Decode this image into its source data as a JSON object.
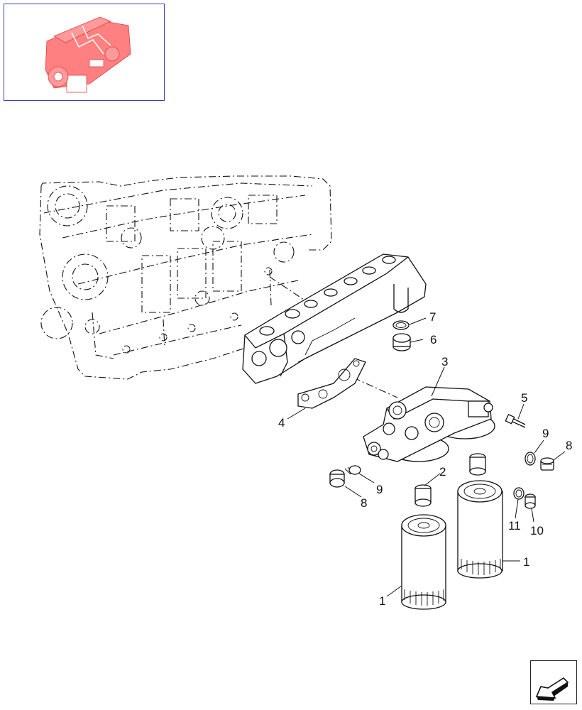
{
  "thumbnail": {
    "icon": "engine-thumbnail-icon",
    "accent_color": "#ff6b6b",
    "frame_color": "#3b3bd0"
  },
  "navigation": {
    "icon": "page-arrow-icon"
  },
  "callouts": [
    {
      "id": "c1a",
      "label": "1"
    },
    {
      "id": "c1b",
      "label": "1"
    },
    {
      "id": "c2",
      "label": "2"
    },
    {
      "id": "c3",
      "label": "3"
    },
    {
      "id": "c4",
      "label": "4"
    },
    {
      "id": "c5",
      "label": "5"
    },
    {
      "id": "c6",
      "label": "6"
    },
    {
      "id": "c7",
      "label": "7"
    },
    {
      "id": "c8a",
      "label": "8"
    },
    {
      "id": "c8b",
      "label": "8"
    },
    {
      "id": "c9a",
      "label": "9"
    },
    {
      "id": "c9b",
      "label": "9"
    },
    {
      "id": "c10",
      "label": "10"
    },
    {
      "id": "c11",
      "label": "11"
    }
  ]
}
